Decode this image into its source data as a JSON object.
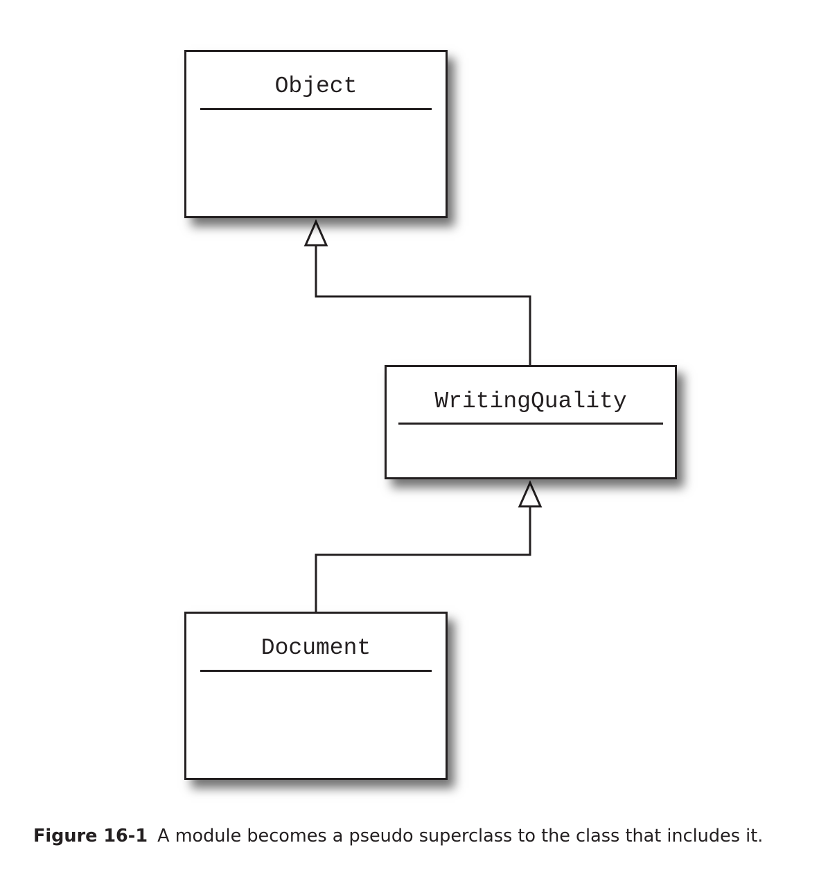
{
  "diagram": {
    "classes": {
      "object": {
        "name": "Object"
      },
      "writing_quality": {
        "name": "WritingQuality"
      },
      "document": {
        "name": "Document"
      }
    },
    "relations": [
      {
        "from": "WritingQuality",
        "to": "Object",
        "type": "generalization"
      },
      {
        "from": "Document",
        "to": "WritingQuality",
        "type": "generalization"
      }
    ]
  },
  "caption": {
    "label": "Figure 16-1",
    "text": "A module becomes a pseudo superclass to the class that includes it."
  }
}
